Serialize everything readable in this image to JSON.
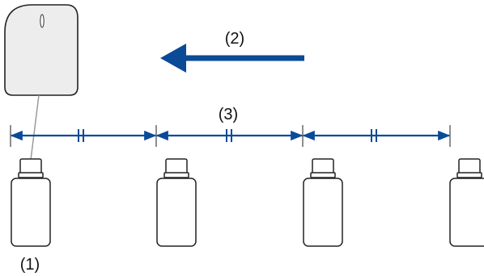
{
  "labels": {
    "bottle_first": "(1)",
    "direction": "(2)",
    "pitch": "(3)"
  },
  "colors": {
    "arrow": "#0a4a97",
    "outline": "#222222",
    "fill_gray": "#ededed",
    "sensor_line": "#9a9a9a"
  },
  "icons": {
    "sensor": "sensor-head-icon",
    "bottle": "bottle-icon",
    "direction_arrow": "left-arrow-icon"
  }
}
